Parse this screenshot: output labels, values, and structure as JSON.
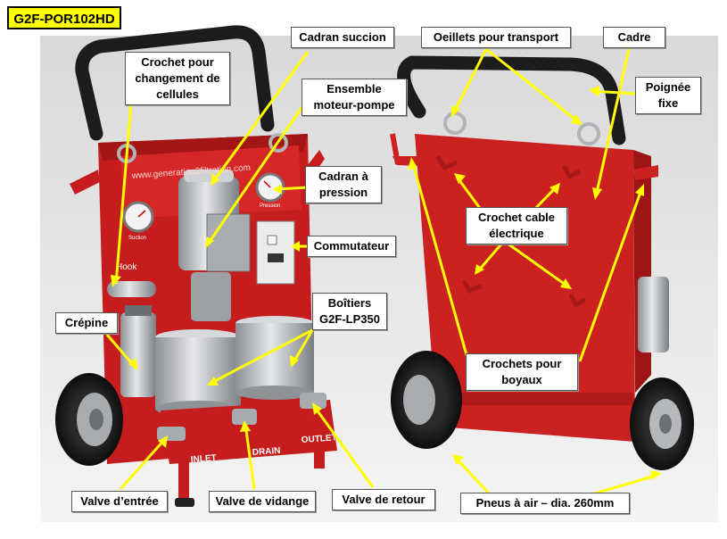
{
  "title": "G2F-POR102HD",
  "colors": {
    "frame": "#cc1f1f",
    "frame_dark": "#8e1212",
    "frame_light": "#e04a4a",
    "callout": "#ffff00",
    "steel": "#b9bcc0"
  },
  "machine_text": {
    "website": "www.generation2filtration.com",
    "gauge_left": "Suction",
    "gauge_right": "Pression",
    "hook": "Hook",
    "inlet": "INLET",
    "drain": "DRAIN",
    "outlet": "OUTLET"
  },
  "labels": {
    "crochet_cellules": [
      "Crochet pour",
      "changement de",
      "cellules"
    ],
    "cadran_succion": "Cadran succion",
    "ensemble": [
      "Ensemble",
      "moteur-pompe"
    ],
    "oeillets": "Oeillets pour transport",
    "cadre": "Cadre",
    "poignee": [
      "Poignée",
      "fixe"
    ],
    "cadran_pression": [
      "Cadran à",
      "pression"
    ],
    "commutateur": "Commutateur",
    "crochet_cable": [
      "Crochet cable",
      "électrique"
    ],
    "boitiers": [
      "Boîtiers",
      "G2F-LP350"
    ],
    "crepine": "Crépine",
    "crochets_boyaux": [
      "Crochets pour",
      "boyaux"
    ],
    "valve_entree": "Valve d’entrée",
    "valve_vidange": "Valve de vidange",
    "valve_retour": "Valve de retour",
    "pneus": "Pneus à air – dia. 260mm"
  }
}
